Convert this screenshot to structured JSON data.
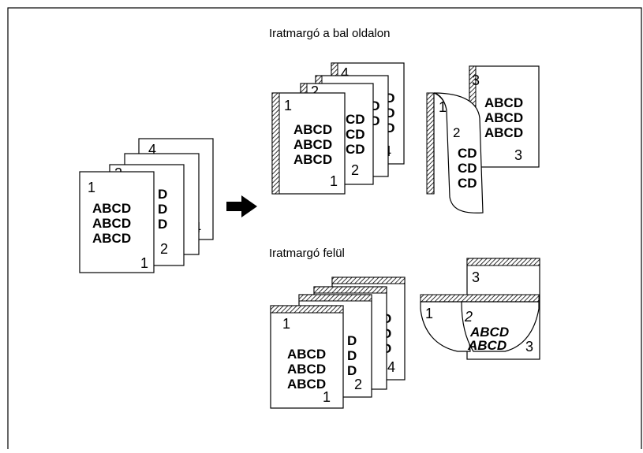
{
  "labels": {
    "left_margin": "Iratmargó a bal oldalon",
    "top_margin": "Iratmargó felül"
  },
  "page_numbers": [
    "1",
    "2",
    "3",
    "4"
  ],
  "body_text": "ABCD",
  "colors": {
    "line": "#000000",
    "paper": "#ffffff",
    "hatch": "#000000"
  },
  "icons": {
    "arrow": "right-arrow-icon"
  }
}
